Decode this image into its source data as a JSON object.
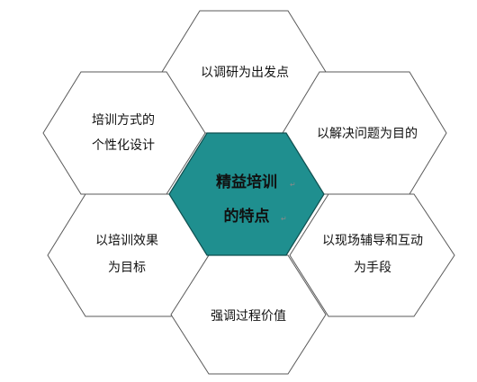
{
  "center": {
    "lines": [
      "精益培训",
      "的特点"
    ]
  },
  "hexagons": [
    {
      "id": "top",
      "lines": [
        "以调研为出发点"
      ]
    },
    {
      "id": "upper-left",
      "lines": [
        "培训方式的",
        "个性化设计"
      ]
    },
    {
      "id": "upper-right",
      "lines": [
        "以解决问题为目的"
      ]
    },
    {
      "id": "lower-left",
      "lines": [
        "以培训效果",
        "为目标"
      ]
    },
    {
      "id": "lower-right",
      "lines": [
        "以现场辅导和互动",
        "为手段"
      ]
    },
    {
      "id": "bottom",
      "lines": [
        "强调过程价值"
      ]
    }
  ],
  "colors": {
    "center_fill": "#1f8f8f",
    "outline": "#5a5a5a"
  }
}
